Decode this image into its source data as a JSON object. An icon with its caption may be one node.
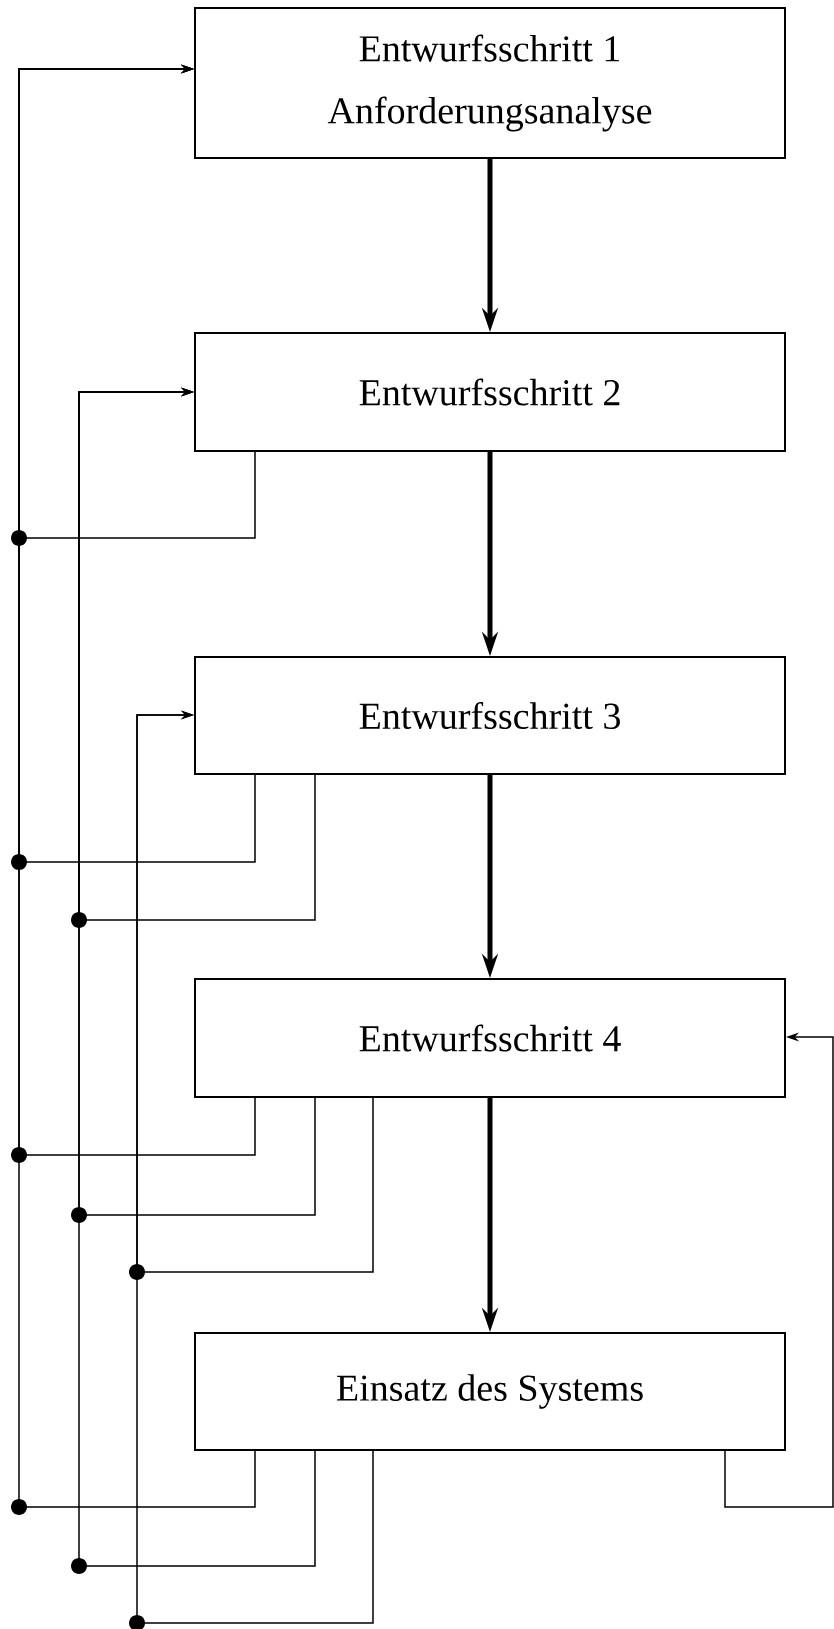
{
  "diagram": {
    "nodes": [
      {
        "text": [
          "Entwurfsschritt 1",
          "Anforderungsanalyse"
        ]
      },
      {
        "text": [
          "Entwurfsschritt 2"
        ]
      },
      {
        "text": [
          "Entwurfsschritt 3"
        ]
      },
      {
        "text": [
          "Entwurfsschritt 4"
        ]
      },
      {
        "text": [
          "Einsatz des Systems"
        ]
      }
    ],
    "edges": [
      {
        "from": 0,
        "to": 1,
        "arrow": "to",
        "style": "thick"
      },
      {
        "from": 1,
        "to": 2,
        "arrow": "to",
        "style": "thick"
      },
      {
        "from": 2,
        "to": 3,
        "arrow": "to",
        "style": "thick"
      },
      {
        "from": 3,
        "to": 4,
        "arrow": "to",
        "style": "thick"
      },
      {
        "from": 1,
        "to": 0,
        "arrow": "to"
      },
      {
        "from": 2,
        "to": 0,
        "arrow": "to"
      },
      {
        "from": 3,
        "to": 0,
        "arrow": "to"
      },
      {
        "from": 4,
        "to": 0,
        "arrow": "to"
      },
      {
        "from": 2,
        "to": 1,
        "arrow": "to"
      },
      {
        "from": 3,
        "to": 1,
        "arrow": "to"
      },
      {
        "from": 4,
        "to": 1,
        "arrow": "to"
      },
      {
        "from": 3,
        "to": 2,
        "arrow": "to"
      },
      {
        "from": 4,
        "to": 2,
        "arrow": "to"
      },
      {
        "from": 4,
        "to": 3,
        "arrow": "to"
      }
    ]
  }
}
